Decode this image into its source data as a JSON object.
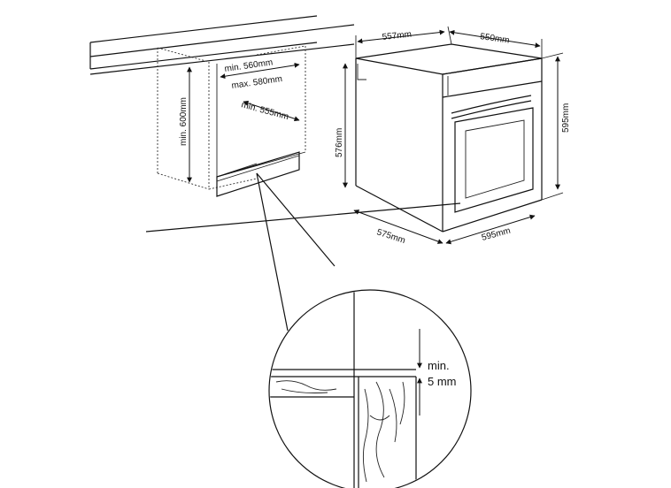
{
  "labels": {
    "min_width": "min. 560mm",
    "max_width": "max. 580mm",
    "min_depth": "min. 555mm",
    "min_height": "min. 600mm",
    "oven_top_depth": "557mm",
    "oven_top_width": "550mm",
    "oven_height": "576mm",
    "oven_front_height": "595mm",
    "oven_bottom_depth": "575mm",
    "oven_bottom_width": "595mm",
    "gap_line1": "min.",
    "gap_line2": "5 mm"
  }
}
